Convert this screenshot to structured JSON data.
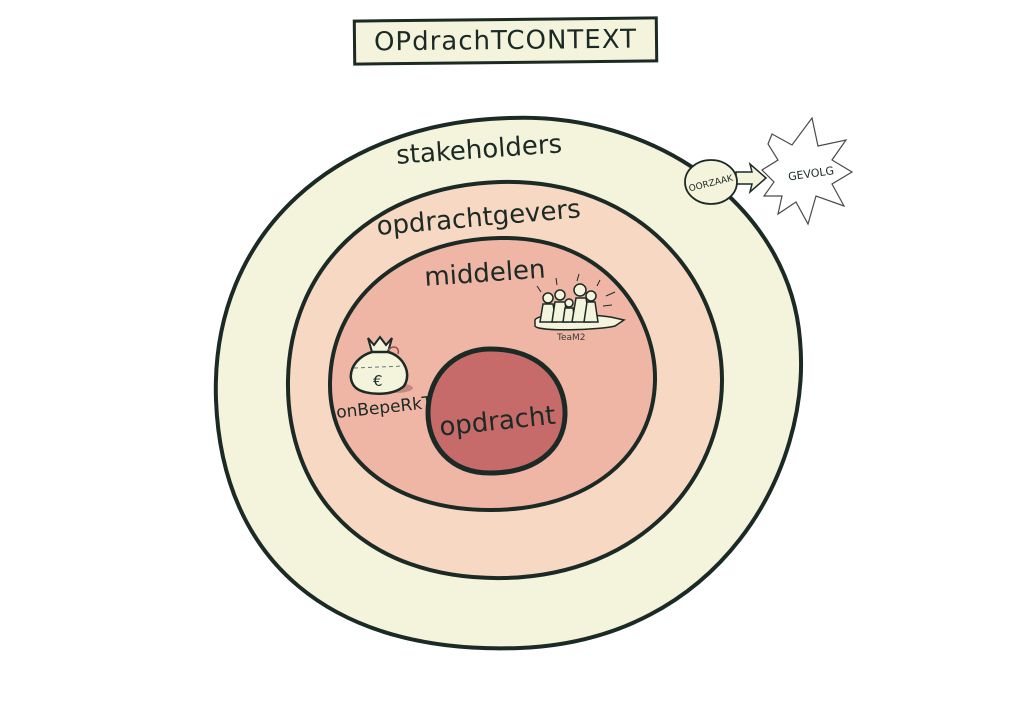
{
  "title": "OPdrachTCONTEXT",
  "rings": [
    {
      "id": "stakeholders",
      "label": "stakeholders",
      "color": "#f4f3dc"
    },
    {
      "id": "opdrachtgevers",
      "label": "opdrachtgevers",
      "color": "#f7d8c2"
    },
    {
      "id": "middelen",
      "label": "middelen",
      "color": "#efb6a6"
    },
    {
      "id": "opdracht",
      "label": "opdracht",
      "color": "#c66b6a"
    }
  ],
  "annotations": {
    "money_bag_label": "onBepeRkT",
    "money_symbol": "€",
    "team_label": "TeaM2",
    "cause_label": "OORZAAK",
    "effect_label": "GEVOLG"
  },
  "colors": {
    "outline": "#1c2a26",
    "background": "#ffffff",
    "bag_fill": "#f4f3dc",
    "starburst_fill": "#ffffff"
  }
}
